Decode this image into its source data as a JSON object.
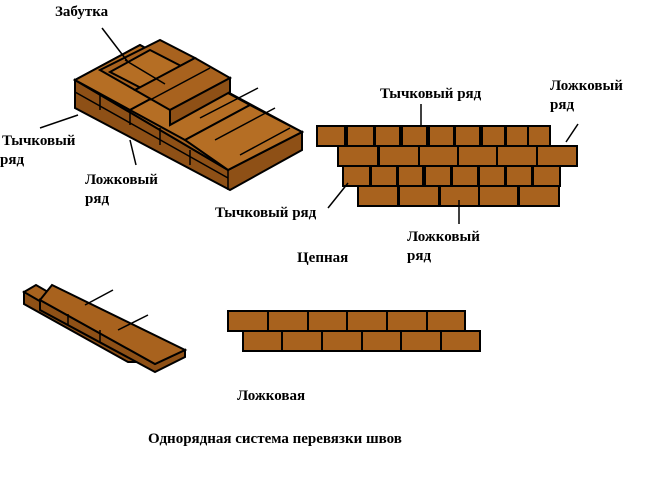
{
  "colors": {
    "brick": "#A8621E",
    "brick_top": "#B56E24",
    "brick_side": "#8E5016",
    "outline": "#000000",
    "background": "#FFFFFF"
  },
  "chain_system": {
    "iso_labels": {
      "fill": "Забутка",
      "header_row": {
        "line1": "Тычковый",
        "line2": "ряд"
      },
      "stretcher_row": {
        "line1": "Ложковый",
        "line2": "ряд"
      }
    },
    "front_labels": {
      "header_row_top": "Тычковый ряд",
      "stretcher_row_right": {
        "line1": "Ложковый",
        "line2": "ряд"
      },
      "header_row_left": "Тычковый ряд",
      "stretcher_row_bottom": {
        "line1": "Ложковый",
        "line2": "ряд"
      }
    },
    "caption": "Цепная"
  },
  "stretcher_system": {
    "caption": "Ложковая"
  },
  "title": "Однорядная система перевязки швов"
}
